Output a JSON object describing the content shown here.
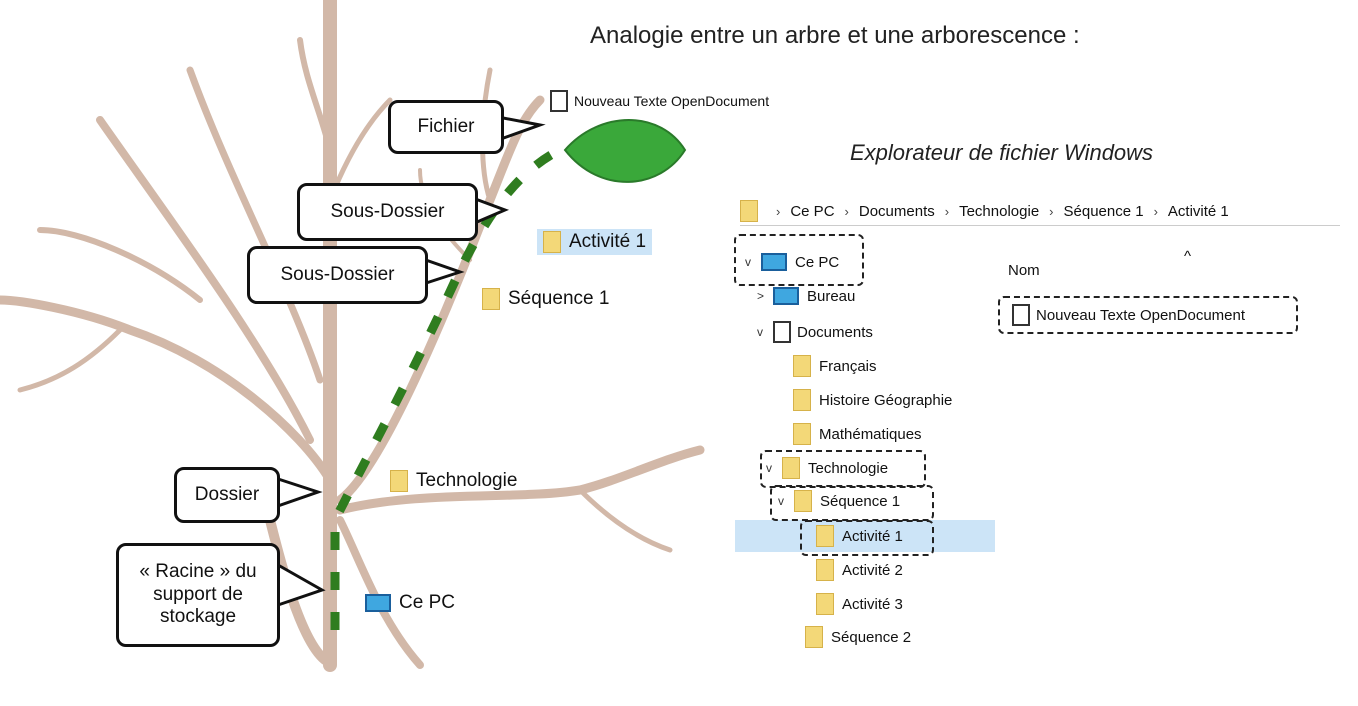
{
  "title": "Analogie entre un arbre et une arborescence :",
  "subtitle": "Explorateur de fichier Windows",
  "callouts": {
    "fichier": "Fichier",
    "sous_dossier_1": "Sous-Dossier",
    "sous_dossier_2": "Sous-Dossier",
    "dossier": "Dossier",
    "racine": "« Racine » du support de stockage"
  },
  "tree_labels": {
    "file": "Nouveau Texte OpenDocument",
    "activite": "Activité 1",
    "sequence": "Séquence 1",
    "technologie": "Technologie",
    "cepc": "Ce PC"
  },
  "explorer": {
    "breadcrumb": [
      "Ce PC",
      "Documents",
      "Technologie",
      "Séquence 1",
      "Activité 1"
    ],
    "column_header": "Nom",
    "sort_icon": "^",
    "file_item": "Nouveau Texte OpenDocument",
    "nav": [
      {
        "label": "Ce PC",
        "icon": "pc-icon",
        "chevron": "v"
      },
      {
        "label": "Bureau",
        "icon": "desktop-icon",
        "chevron": ">"
      },
      {
        "label": "Documents",
        "icon": "documents-icon",
        "chevron": "v"
      },
      {
        "label": "Français",
        "icon": "folder-icon",
        "chevron": ""
      },
      {
        "label": "Histoire Géographie",
        "icon": "folder-icon",
        "chevron": ""
      },
      {
        "label": "Mathématiques",
        "icon": "folder-icon",
        "chevron": ""
      },
      {
        "label": "Technologie",
        "icon": "folder-icon",
        "chevron": "v"
      },
      {
        "label": "Séquence 1",
        "icon": "folder-icon",
        "chevron": "v"
      },
      {
        "label": "Activité 1",
        "icon": "folder-icon",
        "chevron": "",
        "selected": true
      },
      {
        "label": "Activité 2",
        "icon": "folder-icon",
        "chevron": ""
      },
      {
        "label": "Activité 3",
        "icon": "folder-icon",
        "chevron": ""
      },
      {
        "label": "Séquence 2",
        "icon": "folder-icon",
        "chevron": ""
      }
    ]
  },
  "colors": {
    "branch": "#d2b8a8",
    "path": "#2f7d1f",
    "leaf": "#3aa83a",
    "selection": "#cce4f7"
  }
}
